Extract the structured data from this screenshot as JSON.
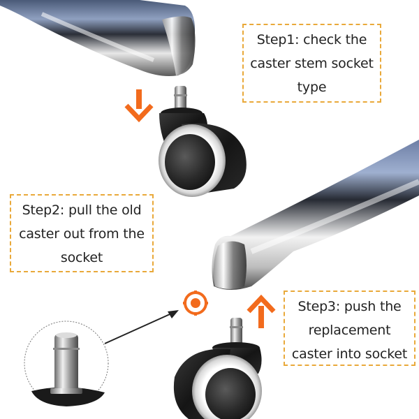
{
  "title": "Office chair caster replacement instructions",
  "accent_color": "#f26b1d",
  "box_border_color": "#e9a93a",
  "steps": [
    {
      "id": "step1",
      "lines": [
        "Step1: check the",
        "caster stem socket",
        "type"
      ],
      "arrow": "down-arrow"
    },
    {
      "id": "step2",
      "lines": [
        "Step2:  pull the old",
        "caster out from the",
        "socket"
      ]
    },
    {
      "id": "step3",
      "lines": [
        "Step3: push the",
        "replacement",
        "caster into socket"
      ],
      "arrow": "up-arrow"
    }
  ],
  "callout": {
    "icon": "target-icon",
    "detail": "caster-stem-closeup"
  }
}
